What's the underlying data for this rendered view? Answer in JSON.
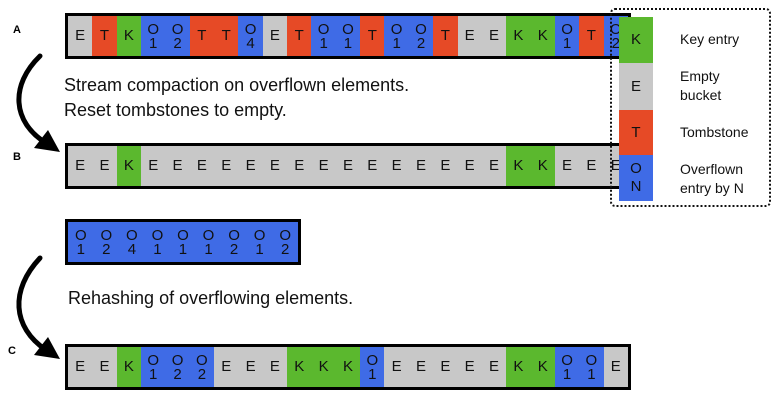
{
  "colors": {
    "K": "#5bb82e",
    "E": "#c8c8c8",
    "T": "#e64a26",
    "O": "#3f6be6"
  },
  "row_labels": {
    "a": "A",
    "b": "B",
    "c": "C"
  },
  "captions": {
    "step1_line1": "Stream compaction on overflown elements.",
    "step1_line2": "Reset tombstones to empty.",
    "step2": "Rehashing of overflowing elements."
  },
  "strips": {
    "a": {
      "cells": [
        {
          "t": "E"
        },
        {
          "t": "T"
        },
        {
          "t": "K"
        },
        {
          "t": "O",
          "n": "1"
        },
        {
          "t": "O",
          "n": "2"
        },
        {
          "t": "T"
        },
        {
          "t": "T"
        },
        {
          "t": "O",
          "n": "4"
        },
        {
          "t": "E"
        },
        {
          "t": "T"
        },
        {
          "t": "O",
          "n": "1"
        },
        {
          "t": "O",
          "n": "1"
        },
        {
          "t": "T"
        },
        {
          "t": "O",
          "n": "1"
        },
        {
          "t": "O",
          "n": "2"
        },
        {
          "t": "T"
        },
        {
          "t": "E"
        },
        {
          "t": "E"
        },
        {
          "t": "K"
        },
        {
          "t": "K"
        },
        {
          "t": "O",
          "n": "1"
        },
        {
          "t": "T"
        },
        {
          "t": "O",
          "n": "2"
        }
      ]
    },
    "b": {
      "cells": [
        {
          "t": "E"
        },
        {
          "t": "E"
        },
        {
          "t": "K"
        },
        {
          "t": "E"
        },
        {
          "t": "E"
        },
        {
          "t": "E"
        },
        {
          "t": "E"
        },
        {
          "t": "E"
        },
        {
          "t": "E"
        },
        {
          "t": "E"
        },
        {
          "t": "E"
        },
        {
          "t": "E"
        },
        {
          "t": "E"
        },
        {
          "t": "E"
        },
        {
          "t": "E"
        },
        {
          "t": "E"
        },
        {
          "t": "E"
        },
        {
          "t": "E"
        },
        {
          "t": "K"
        },
        {
          "t": "K"
        },
        {
          "t": "E"
        },
        {
          "t": "E"
        },
        {
          "t": "E"
        }
      ]
    },
    "overflow": {
      "cells": [
        {
          "t": "O",
          "n": "1"
        },
        {
          "t": "O",
          "n": "2"
        },
        {
          "t": "O",
          "n": "4"
        },
        {
          "t": "O",
          "n": "1"
        },
        {
          "t": "O",
          "n": "1"
        },
        {
          "t": "O",
          "n": "1"
        },
        {
          "t": "O",
          "n": "2"
        },
        {
          "t": "O",
          "n": "1"
        },
        {
          "t": "O",
          "n": "2"
        }
      ]
    },
    "c": {
      "cells": [
        {
          "t": "E"
        },
        {
          "t": "E"
        },
        {
          "t": "K"
        },
        {
          "t": "O",
          "n": "1"
        },
        {
          "t": "O",
          "n": "2"
        },
        {
          "t": "O",
          "n": "2"
        },
        {
          "t": "E"
        },
        {
          "t": "E"
        },
        {
          "t": "E"
        },
        {
          "t": "K"
        },
        {
          "t": "K"
        },
        {
          "t": "K"
        },
        {
          "t": "O",
          "n": "1"
        },
        {
          "t": "E"
        },
        {
          "t": "E"
        },
        {
          "t": "E"
        },
        {
          "t": "E"
        },
        {
          "t": "E"
        },
        {
          "t": "K"
        },
        {
          "t": "K"
        },
        {
          "t": "O",
          "n": "1"
        },
        {
          "t": "O",
          "n": "1"
        },
        {
          "t": "E"
        }
      ]
    }
  },
  "legend": {
    "items": [
      {
        "t": "K",
        "glyph": "K",
        "label": "Key entry"
      },
      {
        "t": "E",
        "glyph": "E",
        "label": "Empty\nbucket"
      },
      {
        "t": "T",
        "glyph": "T",
        "label": "Tombstone"
      },
      {
        "t": "O",
        "glyph": "O",
        "sub": "N",
        "label": "Overflown\nentry by N"
      }
    ]
  }
}
